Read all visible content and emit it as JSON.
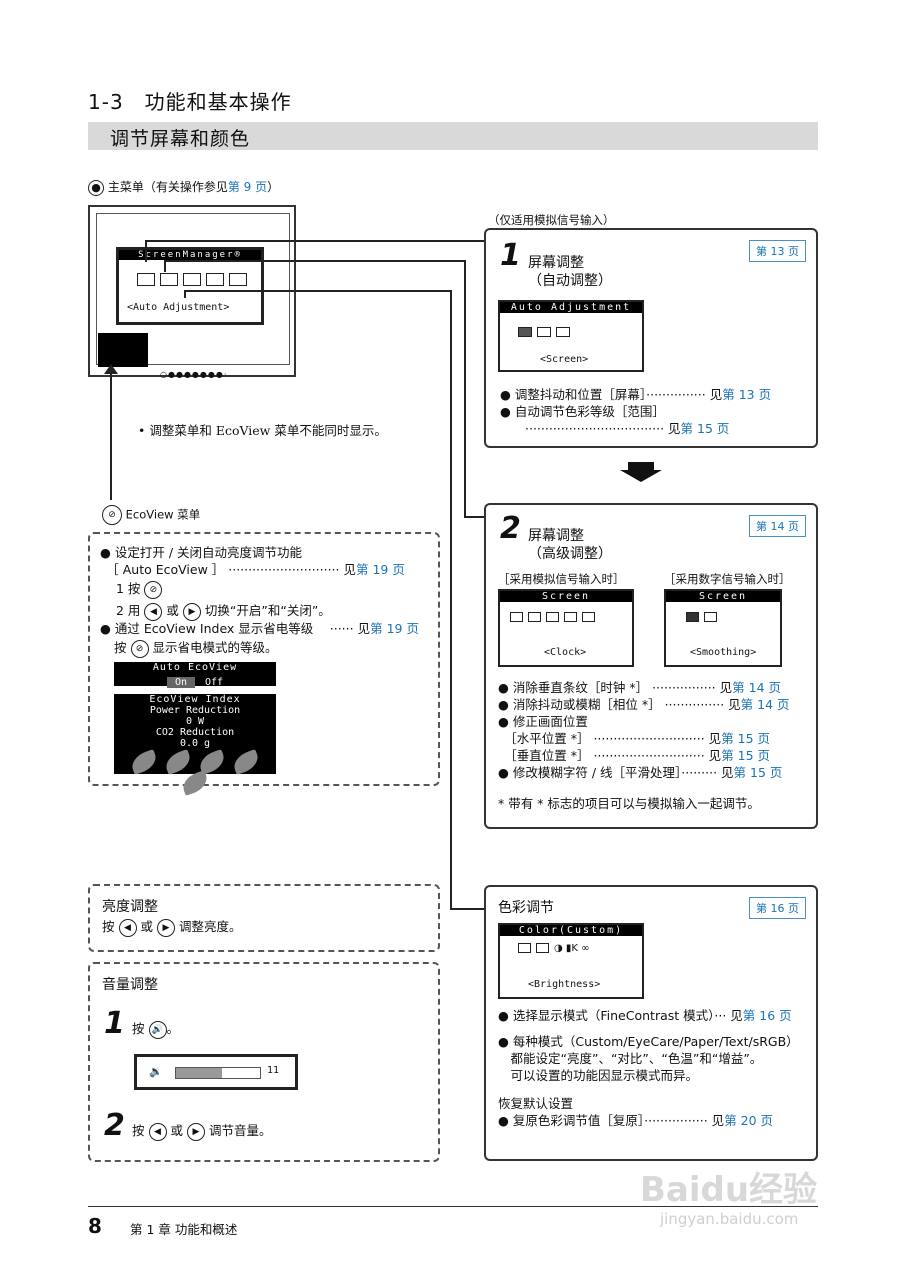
{
  "header": {
    "section": "1-3　功能和基本操作",
    "banner": "调节屏幕和颜色"
  },
  "main_menu": {
    "label": "主菜单（有关操作参见",
    "link": "第 9 页",
    "suffix": "）",
    "osd_title": "ScreenManager®",
    "osd_item": "<Auto Adjustment>",
    "note": "• 调整菜单和 EcoView 菜单不能同时显示。"
  },
  "analog_note": "（仅适用模拟信号输入）",
  "box1": {
    "num": "1",
    "title": "屏幕调整",
    "subtitle": "（自动调整）",
    "page": "第 13 页",
    "osd_title": "Auto Adjustment",
    "osd_item": "<Screen>",
    "items": [
      {
        "text": "● 调整抖动和位置［屏幕］··············· 见",
        "link": "第 13 页"
      },
      {
        "text": "● 自动调节色彩等级［范围］",
        "link": ""
      },
      {
        "text": "　　··································· 见",
        "link": "第 15 页"
      }
    ]
  },
  "box2": {
    "num": "2",
    "title": "屏幕调整",
    "subtitle": "（高级调整）",
    "page": "第 14 页",
    "analog_label": "［采用模拟信号输入时］",
    "digital_label": "［采用数字信号输入时］",
    "osd_title": "Screen",
    "analog_item": "<Clock>",
    "digital_item": "<Smoothing>",
    "items": [
      {
        "text": "● 消除垂直条纹［时钟 *］ ················ 见",
        "link": "第 14 页"
      },
      {
        "text": "● 消除抖动或模糊［相位 *］ ··············· 见",
        "link": "第 14 页"
      },
      {
        "text": "● 修正画面位置",
        "link": ""
      },
      {
        "text": "　［水平位置 *］ ···························· 见",
        "link": "第 15 页"
      },
      {
        "text": "　［垂直位置 *］ ···························· 见",
        "link": "第 15 页"
      },
      {
        "text": "● 修改模糊字符 / 线［平滑处理］········· 见",
        "link": "第 15 页"
      }
    ],
    "footnote": "* 带有 * 标志的项目可以与模拟输入一起调节。"
  },
  "color_box": {
    "title": "色彩调节",
    "page": "第 16 页",
    "osd_title": "Color(Custom)",
    "osd_item": "<Brightness>",
    "item1": {
      "text": "● 选择显示模式（FineContrast 模式）··· 见",
      "link": "第 16 页"
    },
    "item2_lines": [
      "● 每种模式（Custom/EyeCare/Paper/Text/sRGB）",
      "　都能设定“亮度”、“对比”、“色温”和“增益”。",
      "　可以设置的功能因显示模式而异。"
    ],
    "reset_title": "恢复默认设置",
    "item3": {
      "text": "● 复原色彩调节值［复原］················ 见",
      "link": "第 20 页"
    }
  },
  "ecoview": {
    "label": "EcoView 菜单",
    "item1": "● 设定打开 / 关闭自动亮度调节功能",
    "item1b": {
      "text": "　［ Auto EcoView ］ ···························· 见",
      "link": "第 19 页"
    },
    "step1": "1 按",
    "step2a": "2 用",
    "step2b": "或",
    "step2c": "切换“开启”和“关闭”。",
    "item2": {
      "text": "● 通过 EcoView Index 显示省电等级　 ······ 见",
      "link": "第 19 页"
    },
    "item2b_a": "按",
    "item2b_b": "显示省电模式的等级。",
    "osd1_title": "Auto EcoView",
    "osd1_on": "On",
    "osd1_off": "Off",
    "osd2_lines": [
      "EcoView Index",
      "Power Reduction",
      "0 W",
      "CO2 Reduction",
      "0.0 g"
    ]
  },
  "brightness": {
    "title": "亮度调整",
    "a": "按",
    "b": "或",
    "c": "调整亮度。"
  },
  "volume": {
    "title": "音量调整",
    "step1_num": "1",
    "step1_a": "按",
    "step1_b": "。",
    "level": "11",
    "level_fraction": 0.55,
    "step2_num": "2",
    "step2_a": "按",
    "step2_b": "或",
    "step2_c": "调节音量。"
  },
  "footer": {
    "page_num": "8",
    "chapter": "第 1 章 功能和概述",
    "watermark": "Baidu经验",
    "watermark_url": "jingyan.baidu.com"
  }
}
